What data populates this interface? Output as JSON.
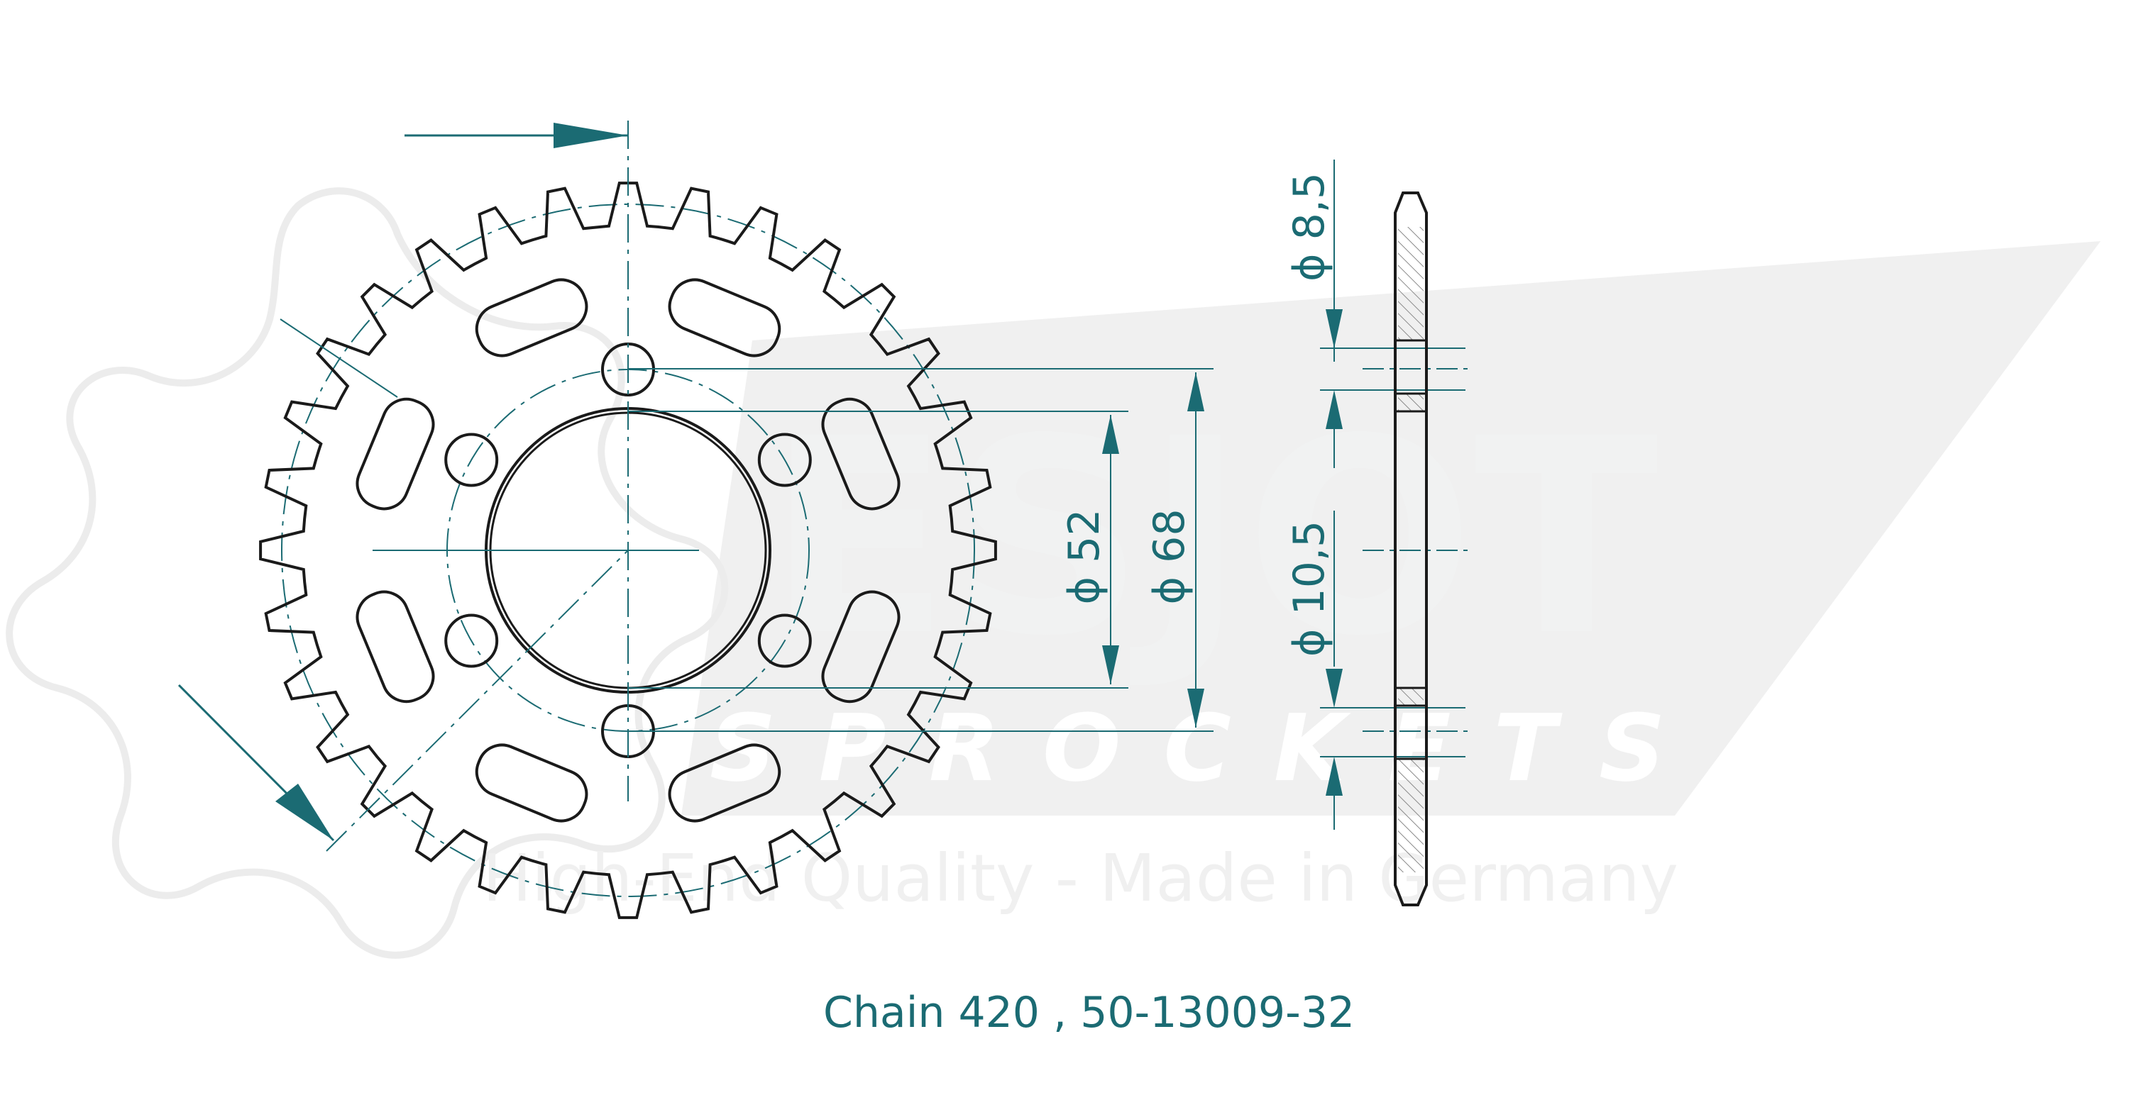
{
  "watermark": {
    "brand": "ESJOT",
    "registered": "®",
    "sub": "SPROCKETS",
    "tagline": "High-End Quality - Made in Germany"
  },
  "dimensions": {
    "inner_diameter": "ϕ 52",
    "bolt_circle": "ϕ 68",
    "thickness": "ϕ 8,5",
    "hole_diameter": "ϕ 10,5"
  },
  "title": "Chain 420 , 50-13009-32",
  "sprocket": {
    "teeth": 32,
    "holes": 6,
    "windows": 8
  },
  "colors": {
    "accent": "#1b6b73",
    "line": "#1a1a1a",
    "watermark": "#efefef"
  }
}
